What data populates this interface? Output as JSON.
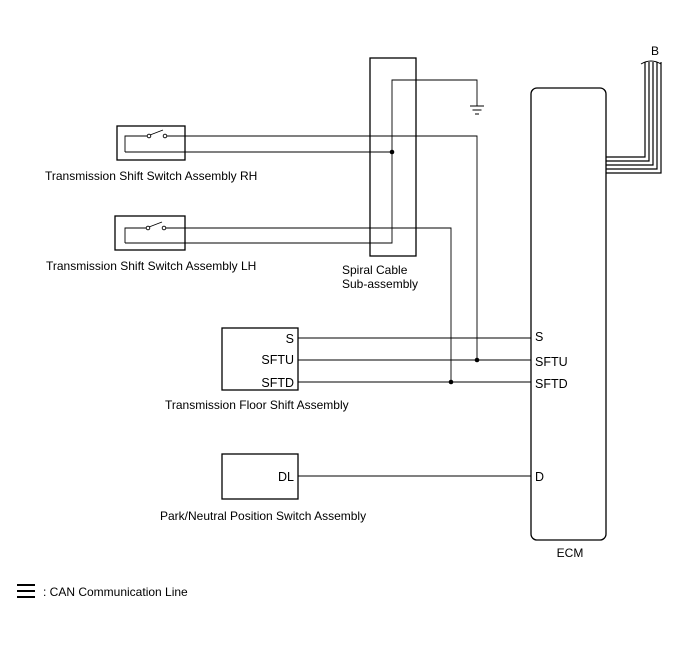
{
  "components": {
    "shift_switch_rh": "Transmission Shift Switch Assembly RH",
    "shift_switch_lh": "Transmission Shift Switch Assembly LH",
    "spiral_cable_line1": "Spiral Cable",
    "spiral_cable_line2": "Sub-assembly",
    "floor_shift": "Transmission Floor Shift Assembly",
    "park_neutral": "Park/Neutral Position Switch Assembly",
    "ecm": "ECM"
  },
  "floor_shift_pins": [
    "S",
    "SFTU",
    "SFTD"
  ],
  "park_neutral_pins": [
    "DL"
  ],
  "ecm_pins": [
    "S",
    "SFTU",
    "SFTD",
    "D"
  ],
  "connector_label": "B",
  "legend": {
    "text": ": CAN Communication Line"
  }
}
